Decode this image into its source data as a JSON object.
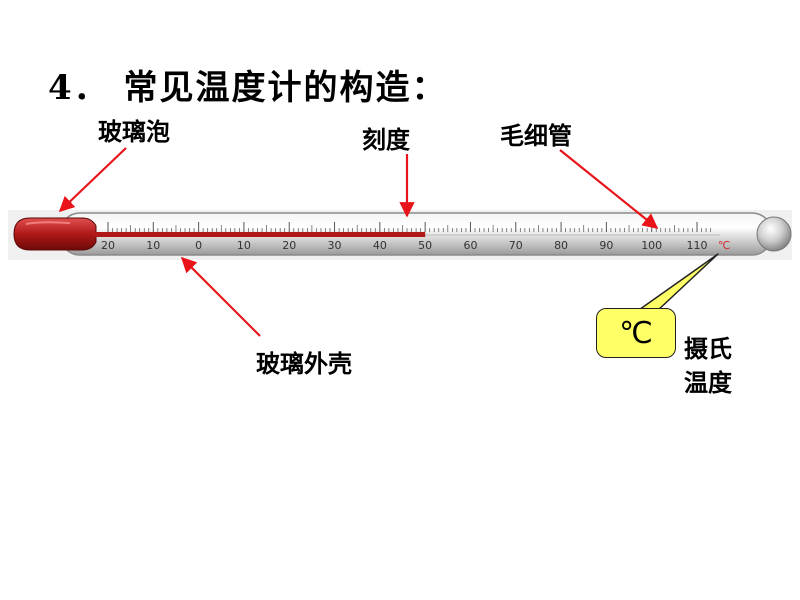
{
  "title": "4． 常见温度计的构造：",
  "labels": {
    "bulb": "玻璃泡",
    "scale": "刻度",
    "capillary": "毛细管",
    "shell": "玻璃外壳",
    "celsius_line1": "摄氏",
    "celsius_line2": "温度"
  },
  "callout_text": "℃",
  "thermometer": {
    "scale_min": -20,
    "scale_max": 110,
    "tick_labels": [
      "20",
      "10",
      "0",
      "10",
      "20",
      "30",
      "40",
      "50",
      "60",
      "70",
      "80",
      "90",
      "100",
      "110"
    ],
    "tick_values": [
      -20,
      -10,
      0,
      10,
      20,
      30,
      40,
      50,
      60,
      70,
      80,
      90,
      100,
      110
    ],
    "unit_mark": "℃",
    "liquid_level": 50,
    "liquid_color": "#b01818",
    "arrow_color": "#e8141a",
    "callout_color": "#ffff66"
  }
}
